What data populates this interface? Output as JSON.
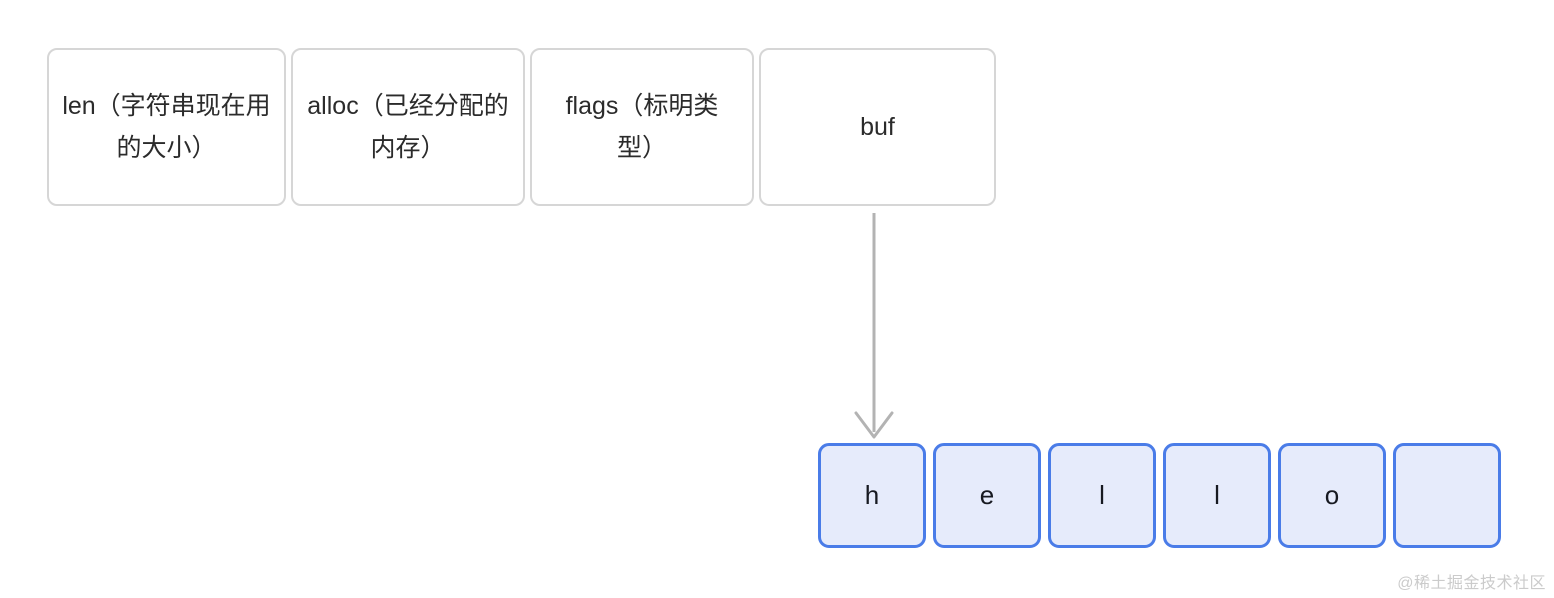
{
  "fields": [
    {
      "id": "len",
      "label": "len（字符串现在用的大小）"
    },
    {
      "id": "alloc",
      "label": "alloc（已经分配的内存）"
    },
    {
      "id": "flags",
      "label": "flags（标明类型）"
    },
    {
      "id": "buf",
      "label": "buf"
    }
  ],
  "buffer_cells": [
    {
      "char": "h"
    },
    {
      "char": "e"
    },
    {
      "char": "l"
    },
    {
      "char": "l"
    },
    {
      "char": "o"
    },
    {
      "char": ""
    }
  ],
  "watermark": "@稀土掘金技术社区",
  "colors": {
    "field_box_border": "#d6d6d6",
    "field_text": "#2b2b2b",
    "arrow": "#b3b3b3",
    "cell_border": "#4a7ce8",
    "cell_fill": "#e6ebfb",
    "cell_text": "#171921",
    "watermark": "#cbcbcb",
    "background": "#ffffff"
  }
}
